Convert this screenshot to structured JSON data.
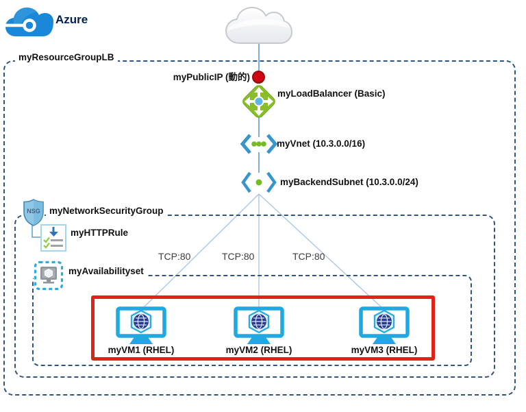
{
  "colors": {
    "dash_border": "#2F5480",
    "highlight_red": "#E3211B",
    "label_text": "#111111",
    "azure_text": "#002050",
    "stem_line": "#5B9BD5",
    "fan_line": "#A8C4E4",
    "tcp_text": "#3D3D3D",
    "dot_red": "#CF0712",
    "azure_brand_blue": "#1B87D8",
    "vm_cyan": "#1FA9E0",
    "lb_green": "#8ABD2A",
    "vnet_blue": "#3795CE",
    "dot_green": "#76BC21"
  },
  "azure_logo": {
    "label": "Azure"
  },
  "resource_group": {
    "label": "myResourceGroupLB"
  },
  "public_ip": {
    "label": "myPublicIP (動的)"
  },
  "load_balancer": {
    "label": "myLoadBalancer (Basic)"
  },
  "vnet": {
    "label": "myVnet (10.3.0.0/16)"
  },
  "subnet": {
    "label": "myBackendSubnet (10.3.0.0/24)"
  },
  "nsg": {
    "label": "myNetworkSecurityGroup",
    "badge": "NSG"
  },
  "http_rule": {
    "label": "myHTTPRule"
  },
  "availability_set": {
    "label": "myAvailabilityset"
  },
  "connections": {
    "ports": [
      "TCP:80",
      "TCP:80",
      "TCP:80"
    ]
  },
  "vms": [
    {
      "label": "myVM1 (RHEL)"
    },
    {
      "label": "myVM2 (RHEL)"
    },
    {
      "label": "myVM3 (RHEL)"
    }
  ]
}
